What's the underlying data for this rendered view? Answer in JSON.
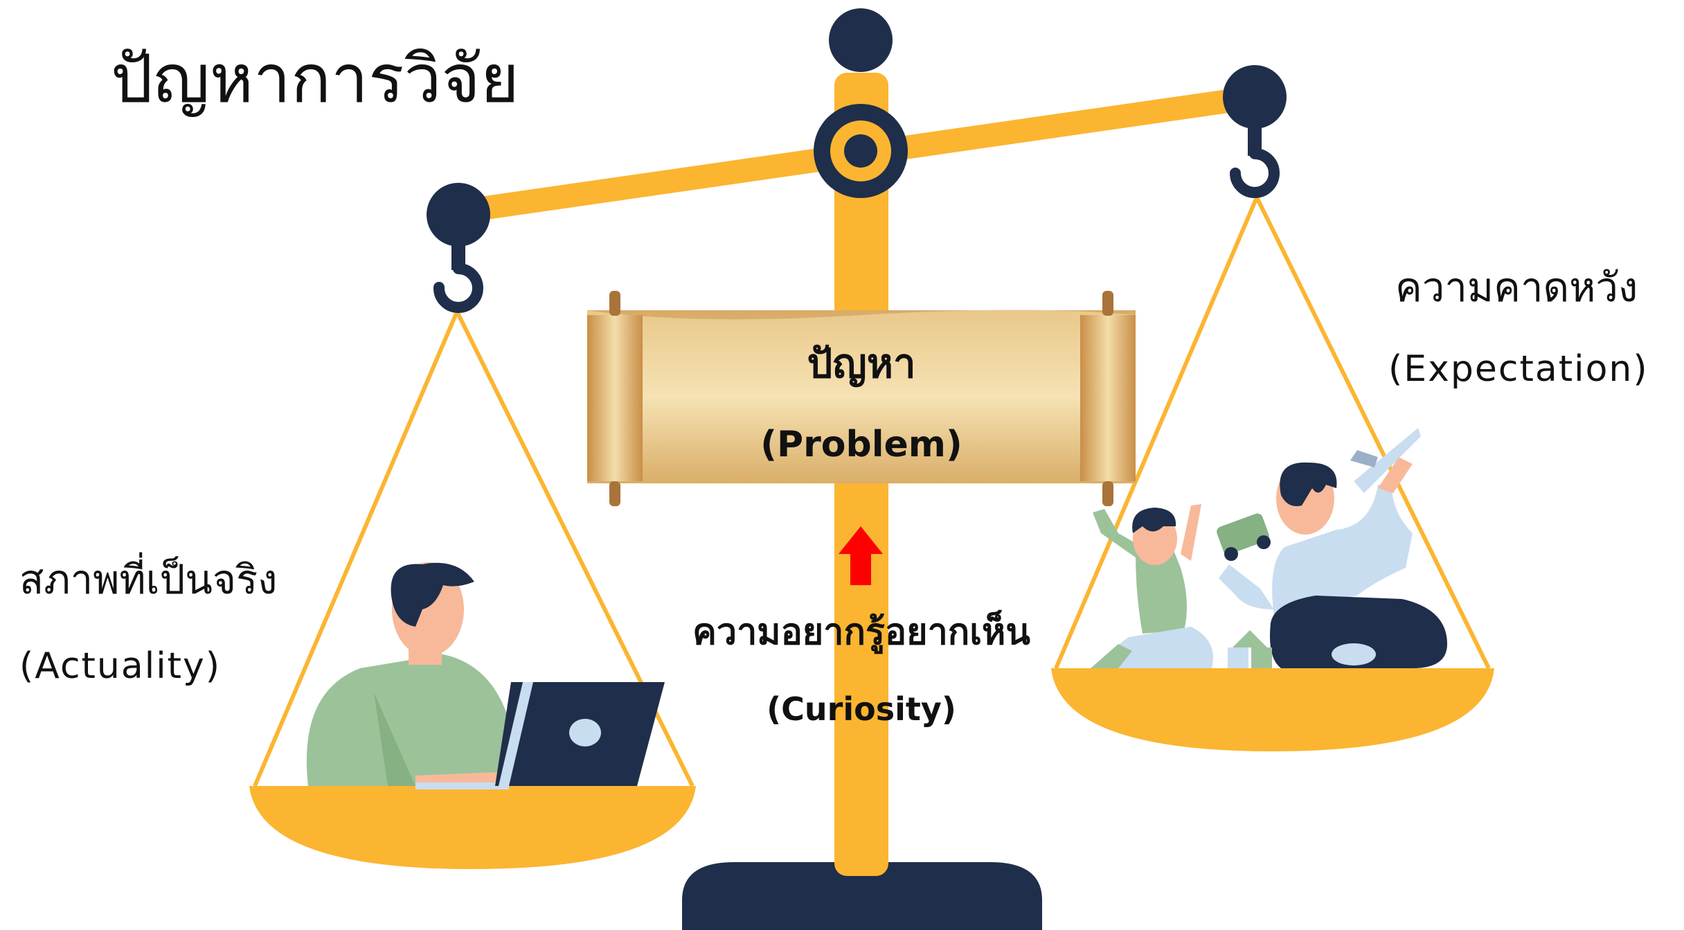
{
  "title": "ปัญหาการวิจัย",
  "scroll": {
    "heading": "ปัญหา",
    "subheading": "(Problem)"
  },
  "left_pan": {
    "label": "สภาพที่เป็นจริง",
    "sublabel": "(Actuality)"
  },
  "right_pan": {
    "label": "ความคาดหวัง",
    "sublabel": "(Expectation)"
  },
  "center": {
    "label": "ความอยากรู้อยากเห็น",
    "sublabel": "(Curiosity)"
  },
  "colors": {
    "beam": "#FBB531",
    "navy": "#1F2E4A",
    "arrow": "#FF0000",
    "parchment": "#E8C98A",
    "shirt_green": "#9CC29A",
    "shirt_blue": "#C9DDF0",
    "skin": "#F7B99A"
  }
}
